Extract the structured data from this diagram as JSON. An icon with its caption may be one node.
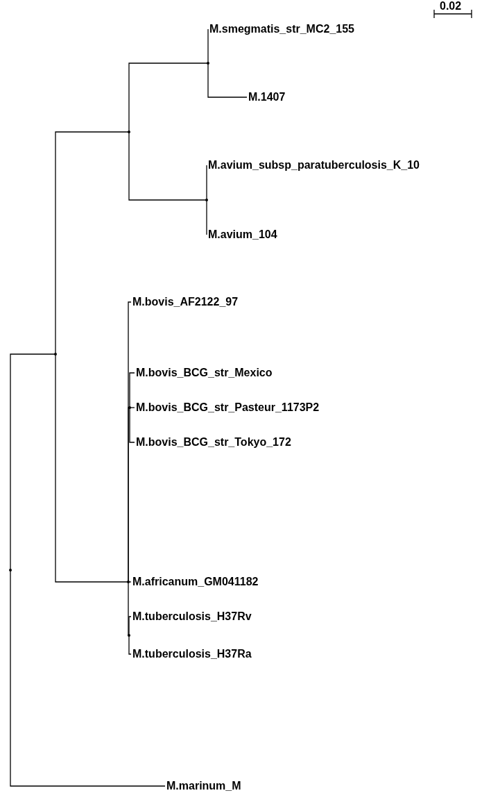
{
  "diagram": {
    "nodes": [
      {
        "text": [],
        "shape": "point"
      },
      {
        "text": [],
        "shape": "point"
      },
      {
        "text": [],
        "shape": "point"
      },
      {
        "text": [],
        "shape": "point"
      },
      {
        "text": [
          "M.smegmatis_str_MC2_155"
        ]
      },
      {
        "text": [
          "M.1407"
        ]
      },
      {
        "text": [],
        "shape": "point"
      },
      {
        "text": [
          "M.avium_subsp_paratuberculosis_K_10"
        ]
      },
      {
        "text": [
          "M.avium_104"
        ]
      },
      {
        "text": [],
        "shape": "point"
      },
      {
        "text": [
          "M.bovis_AF2122_97"
        ]
      },
      {
        "text": [],
        "shape": "point"
      },
      {
        "text": [
          "M.bovis_BCG_str_Mexico"
        ]
      },
      {
        "text": [
          "M.bovis_BCG_str_Pasteur_1173P2"
        ]
      },
      {
        "text": [
          "M.bovis_BCG_str_Tokyo_172"
        ]
      },
      {
        "text": [
          "M.africanum_GM041182"
        ]
      },
      {
        "text": [],
        "shape": "point"
      },
      {
        "text": [
          "M.tuberculosis_H37Rv"
        ]
      },
      {
        "text": [
          "M.tuberculosis_H37Ra"
        ]
      },
      {
        "text": [
          "M.marinum_M"
        ]
      }
    ],
    "edges": [
      {
        "from": 0,
        "to": 1,
        "arrow": "none"
      },
      {
        "from": 0,
        "to": 19,
        "arrow": "none"
      },
      {
        "from": 1,
        "to": 2,
        "arrow": "none"
      },
      {
        "from": 1,
        "to": 9,
        "arrow": "none"
      },
      {
        "from": 2,
        "to": 3,
        "arrow": "none"
      },
      {
        "from": 2,
        "to": 6,
        "arrow": "none"
      },
      {
        "from": 3,
        "to": 4,
        "arrow": "none"
      },
      {
        "from": 3,
        "to": 5,
        "arrow": "none"
      },
      {
        "from": 6,
        "to": 7,
        "arrow": "none"
      },
      {
        "from": 6,
        "to": 8,
        "arrow": "none"
      },
      {
        "from": 9,
        "to": 10,
        "arrow": "none"
      },
      {
        "from": 9,
        "to": 11,
        "arrow": "none"
      },
      {
        "from": 9,
        "to": 15,
        "arrow": "none"
      },
      {
        "from": 9,
        "to": 16,
        "arrow": "none"
      },
      {
        "from": 11,
        "to": 12,
        "arrow": "none"
      },
      {
        "from": 11,
        "to": 13,
        "arrow": "none"
      },
      {
        "from": 11,
        "to": 14,
        "arrow": "none"
      },
      {
        "from": 16,
        "to": 17,
        "arrow": "none"
      },
      {
        "from": 16,
        "to": 18,
        "arrow": "none"
      }
    ],
    "labels": [
      "0.02"
    ]
  }
}
